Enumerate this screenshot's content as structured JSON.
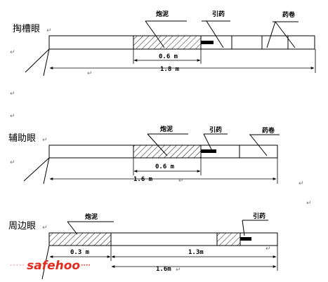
{
  "holes": [
    {
      "name": "掏槽眼",
      "labels": {
        "stemming": "炮泥",
        "primer": "引药",
        "cartridge": "药卷"
      },
      "dims": {
        "stemming": "0.6 m",
        "total": "1.8 m"
      }
    },
    {
      "name": "辅助眼",
      "labels": {
        "stemming": "炮泥",
        "primer": "引药",
        "cartridge": "药卷"
      },
      "dims": {
        "stemming": "0.6 m",
        "total": "1.6 m"
      }
    },
    {
      "name": "周边眼",
      "labels": {
        "stemming": "炮泥",
        "primer": "引药"
      },
      "dims": {
        "stemming": "0.3 m",
        "charge": "1.3m",
        "total": "1.6m"
      }
    }
  ],
  "paragraph_mark": "↵",
  "watermark": {
    "dots": "·····",
    "part1": "safe",
    "part2": "hoo",
    "tail": "····"
  }
}
